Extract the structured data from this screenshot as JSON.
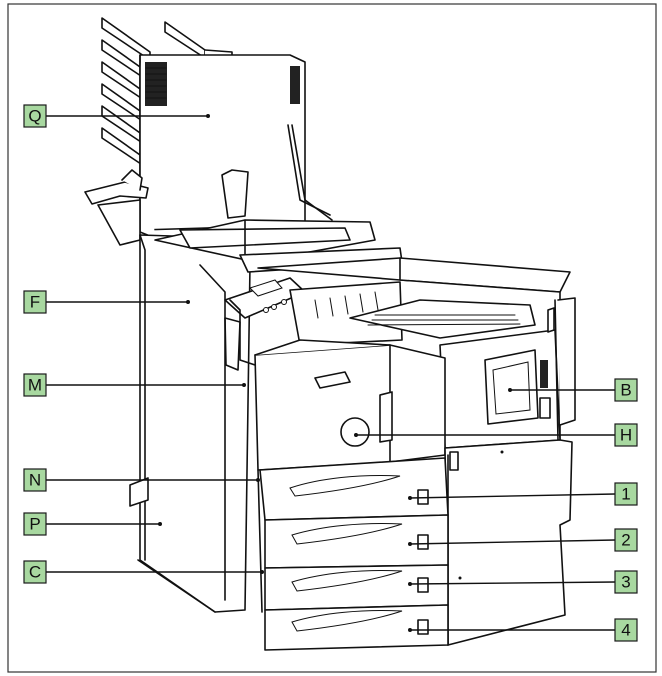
{
  "callouts": {
    "q": "Q",
    "f": "F",
    "m": "M",
    "n": "N",
    "p": "P",
    "c": "C",
    "b": "B",
    "h": "H",
    "t1": "1",
    "t2": "2",
    "t3": "3",
    "t4": "4"
  },
  "colors": {
    "callout_fill": "#a8d8a0",
    "line": "#111111",
    "background": "#ffffff"
  }
}
